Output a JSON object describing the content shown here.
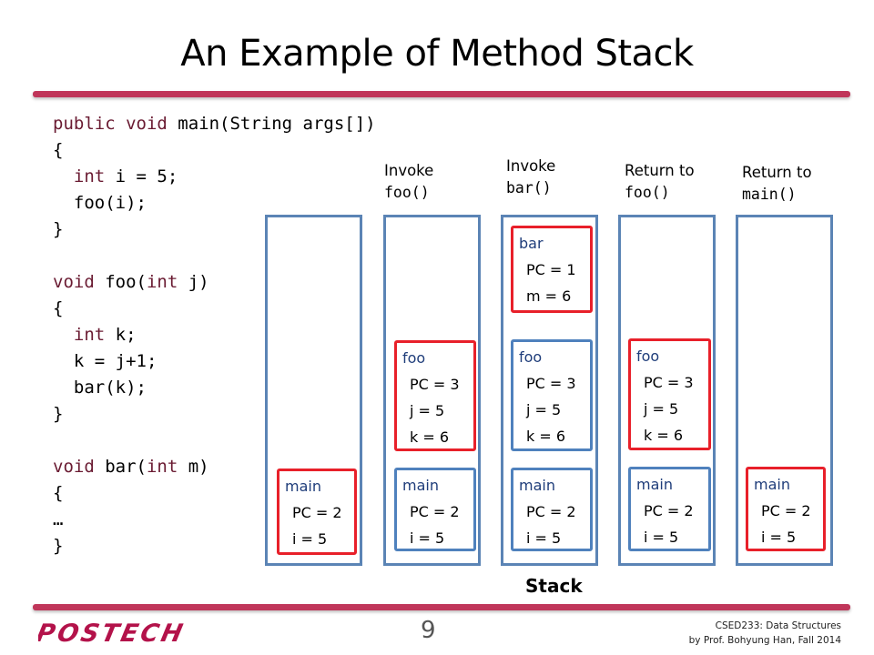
{
  "slide": {
    "title": "An Example of Method Stack",
    "page_number": "9",
    "footer_line1": "CSED233: Data Structures",
    "footer_line2": "by Prof. Bohyung Han, Fall 2014",
    "logo_text": "POSTECH",
    "accent_color": "#c0365a"
  },
  "code": {
    "lines": [
      [
        {
          "t": "public void ",
          "kw": true
        },
        {
          "t": "main(String args[])"
        }
      ],
      [
        {
          "t": "{"
        }
      ],
      [
        {
          "t": "  "
        },
        {
          "t": "int",
          "kw": true
        },
        {
          "t": " i = 5;"
        }
      ],
      [
        {
          "t": "  foo(i);"
        }
      ],
      [
        {
          "t": "}"
        }
      ],
      [
        {
          "t": ""
        }
      ],
      [
        {
          "t": "void",
          "kw": true
        },
        {
          "t": " foo("
        },
        {
          "t": "int",
          "kw": true
        },
        {
          "t": " j)"
        }
      ],
      [
        {
          "t": "{"
        }
      ],
      [
        {
          "t": "  "
        },
        {
          "t": "int",
          "kw": true
        },
        {
          "t": " k;"
        }
      ],
      [
        {
          "t": "  k = j+1;"
        }
      ],
      [
        {
          "t": "  bar(k);"
        }
      ],
      [
        {
          "t": "}"
        }
      ],
      [
        {
          "t": ""
        }
      ],
      [
        {
          "t": "void",
          "kw": true
        },
        {
          "t": " bar("
        },
        {
          "t": "int",
          "kw": true
        },
        {
          "t": " m)"
        }
      ],
      [
        {
          "t": "{"
        }
      ],
      [
        {
          "t": "…"
        }
      ],
      [
        {
          "t": "}"
        }
      ]
    ]
  },
  "columns": [
    {
      "caption_text": "",
      "caption_mono": ""
    },
    {
      "caption_text": "Invoke",
      "caption_mono": "foo()"
    },
    {
      "caption_text": "Invoke",
      "caption_mono": "bar()"
    },
    {
      "caption_text": "Return to",
      "caption_mono": "foo()"
    },
    {
      "caption_text": "Return to",
      "caption_mono": "main()"
    }
  ],
  "frames": {
    "main": {
      "name": "main",
      "lines": [
        "PC = 2",
        "i = 5"
      ]
    },
    "foo": {
      "name": "foo",
      "lines": [
        "PC = 3",
        "j = 5",
        "k = 6"
      ]
    },
    "bar": {
      "name": "bar",
      "lines": [
        "PC = 1",
        "m = 6"
      ]
    }
  },
  "stack_label": "Stack"
}
